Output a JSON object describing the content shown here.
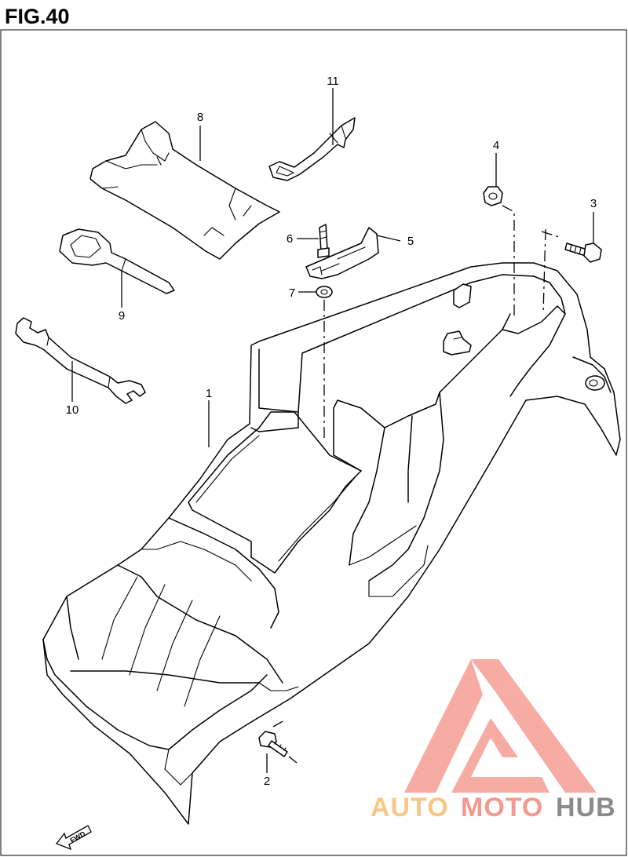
{
  "figure": {
    "title": "FIG.40"
  },
  "callouts": [
    {
      "id": "1",
      "label": "1"
    },
    {
      "id": "2",
      "label": "2"
    },
    {
      "id": "3",
      "label": "3"
    },
    {
      "id": "4",
      "label": "4"
    },
    {
      "id": "5",
      "label": "5"
    },
    {
      "id": "6",
      "label": "6"
    },
    {
      "id": "7",
      "label": "7"
    },
    {
      "id": "8",
      "label": "8"
    },
    {
      "id": "9",
      "label": "9"
    },
    {
      "id": "10",
      "label": "10"
    },
    {
      "id": "11",
      "label": "11"
    }
  ],
  "direction_marker": {
    "label": "FWD"
  },
  "watermark": {
    "part1": "AUTO",
    "part2": "MOTO",
    "part3": "HUB",
    "colors": {
      "auto": "#f6c27a",
      "moto": "#f28f85",
      "hub": "#7f7f7f",
      "triangle": "#f6a39a"
    }
  }
}
